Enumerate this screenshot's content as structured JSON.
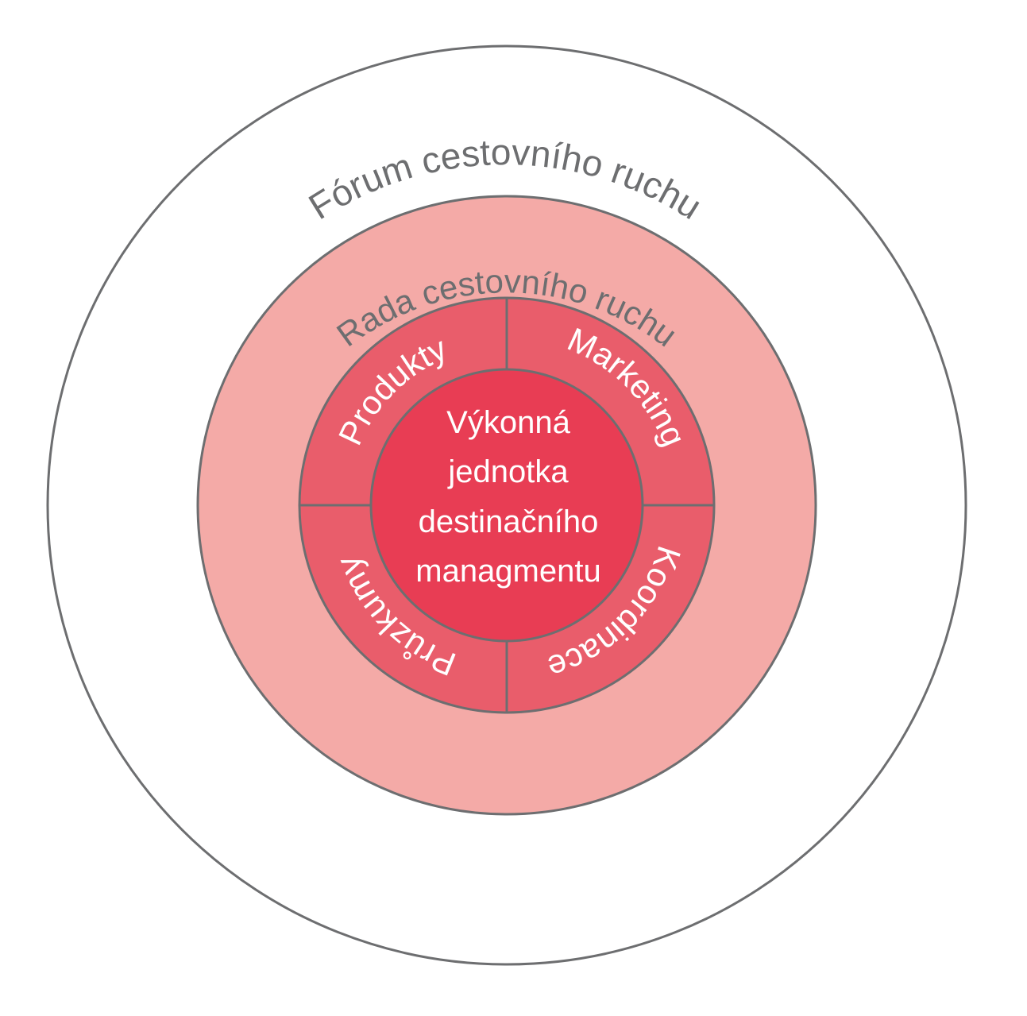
{
  "diagram": {
    "outer_ring_label": "Fórum cestovního ruchu",
    "middle_ring_label": "Rada cestovního ruchu",
    "segments": {
      "top_left": "Produkty",
      "top_right": "Marketing",
      "bottom_right": "Koordinace",
      "bottom_left": "Průzkumy"
    },
    "center_lines": [
      "Výkonná",
      "jednotka",
      "destinačního",
      "managmentu"
    ]
  },
  "colors": {
    "outer_ring_fill": "#ffffff",
    "middle_ring_fill": "#f4aaa7",
    "segment_fill": "#e95d6b",
    "center_fill": "#e83d54",
    "stroke": "#6d6e70",
    "ring_text": "#6d6e70",
    "inner_text": "#ffffff"
  }
}
